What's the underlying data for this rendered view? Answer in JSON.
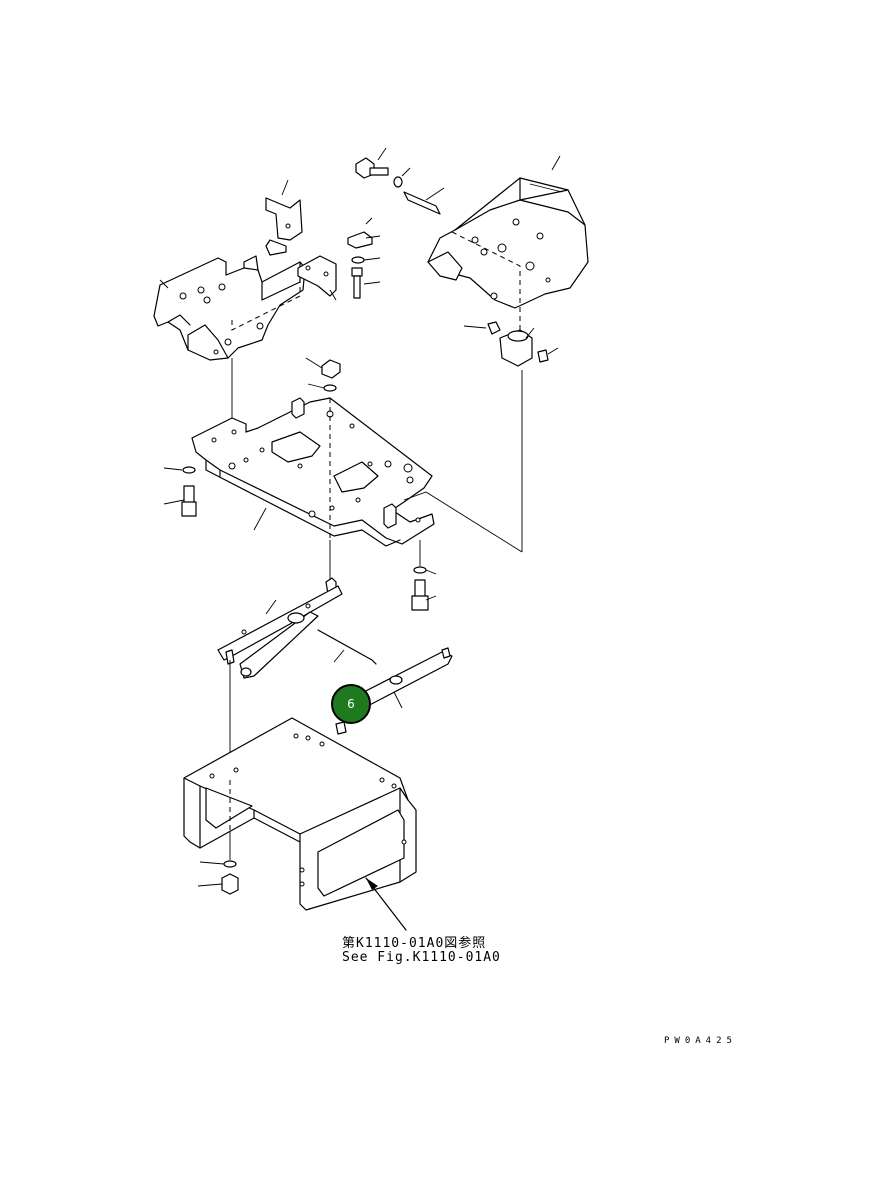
{
  "diagram": {
    "callout_label": "6",
    "reference_note_ja": "第K1110-01A0図参照",
    "reference_note_en": "See Fig.K1110-01A0",
    "drawing_code": "PW0A425",
    "callout_color": "#1f7a1f"
  }
}
